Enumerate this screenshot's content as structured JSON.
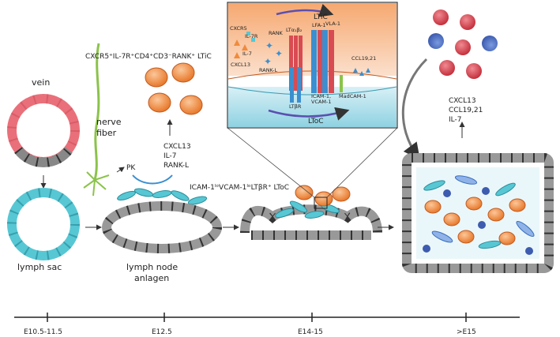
{
  "labels": {
    "vein": "vein",
    "lymph_sac": "lymph sac",
    "nerve_fiber_1": "nerve",
    "nerve_fiber_2": "fiber",
    "pk": "PK",
    "ltic_phenotype": "CXCR5⁺IL-7R⁺CD4⁺CD3⁻RANK⁺ LTiC",
    "factors_mid": [
      "CXCL13",
      "IL-7",
      "RANK-L"
    ],
    "ltoc_phenotype": "ICAM-1ˡᵒVCAM-1ˡᵒLTβR⁺ LToC",
    "anlagen_1": "lymph node",
    "anlagen_2": "anlagen",
    "factors_right": [
      "CXCL13",
      "CCL19,21",
      "IL-7"
    ]
  },
  "inset": {
    "ltic_title": "LTiC",
    "ltoc_title": "LToC",
    "cxcr5": "CXCR5",
    "il7r": "IL-7R",
    "rank": "RANK",
    "lta1b2": "LTα₁β₂",
    "lfa1": "LFA-1",
    "vla1": "VLA-1",
    "il7": "IL-7",
    "cxcl13": "CXCL13",
    "rankl": "RANK-L",
    "ccl1921": "CCL19,21",
    "ltbr": "LTβR",
    "icam_vcam_1": "ICAM-1,",
    "icam_vcam_2": "VCAM-1",
    "madcam": "MadCAM-1"
  },
  "timeline": {
    "ticks": [
      "E10.5-11.5",
      "E12.5",
      "E14-15",
      ">E15"
    ]
  },
  "colors": {
    "vein": "#e9707a",
    "lymph": "#57c7d4",
    "ltic_orange": "#f08b3c",
    "ltic_top": "#f6b98a",
    "ltoc_blue": "#a8dce8",
    "nerve": "#8bc34a",
    "red_cell": "#e05560",
    "blue_cell": "#5a7fd0"
  }
}
